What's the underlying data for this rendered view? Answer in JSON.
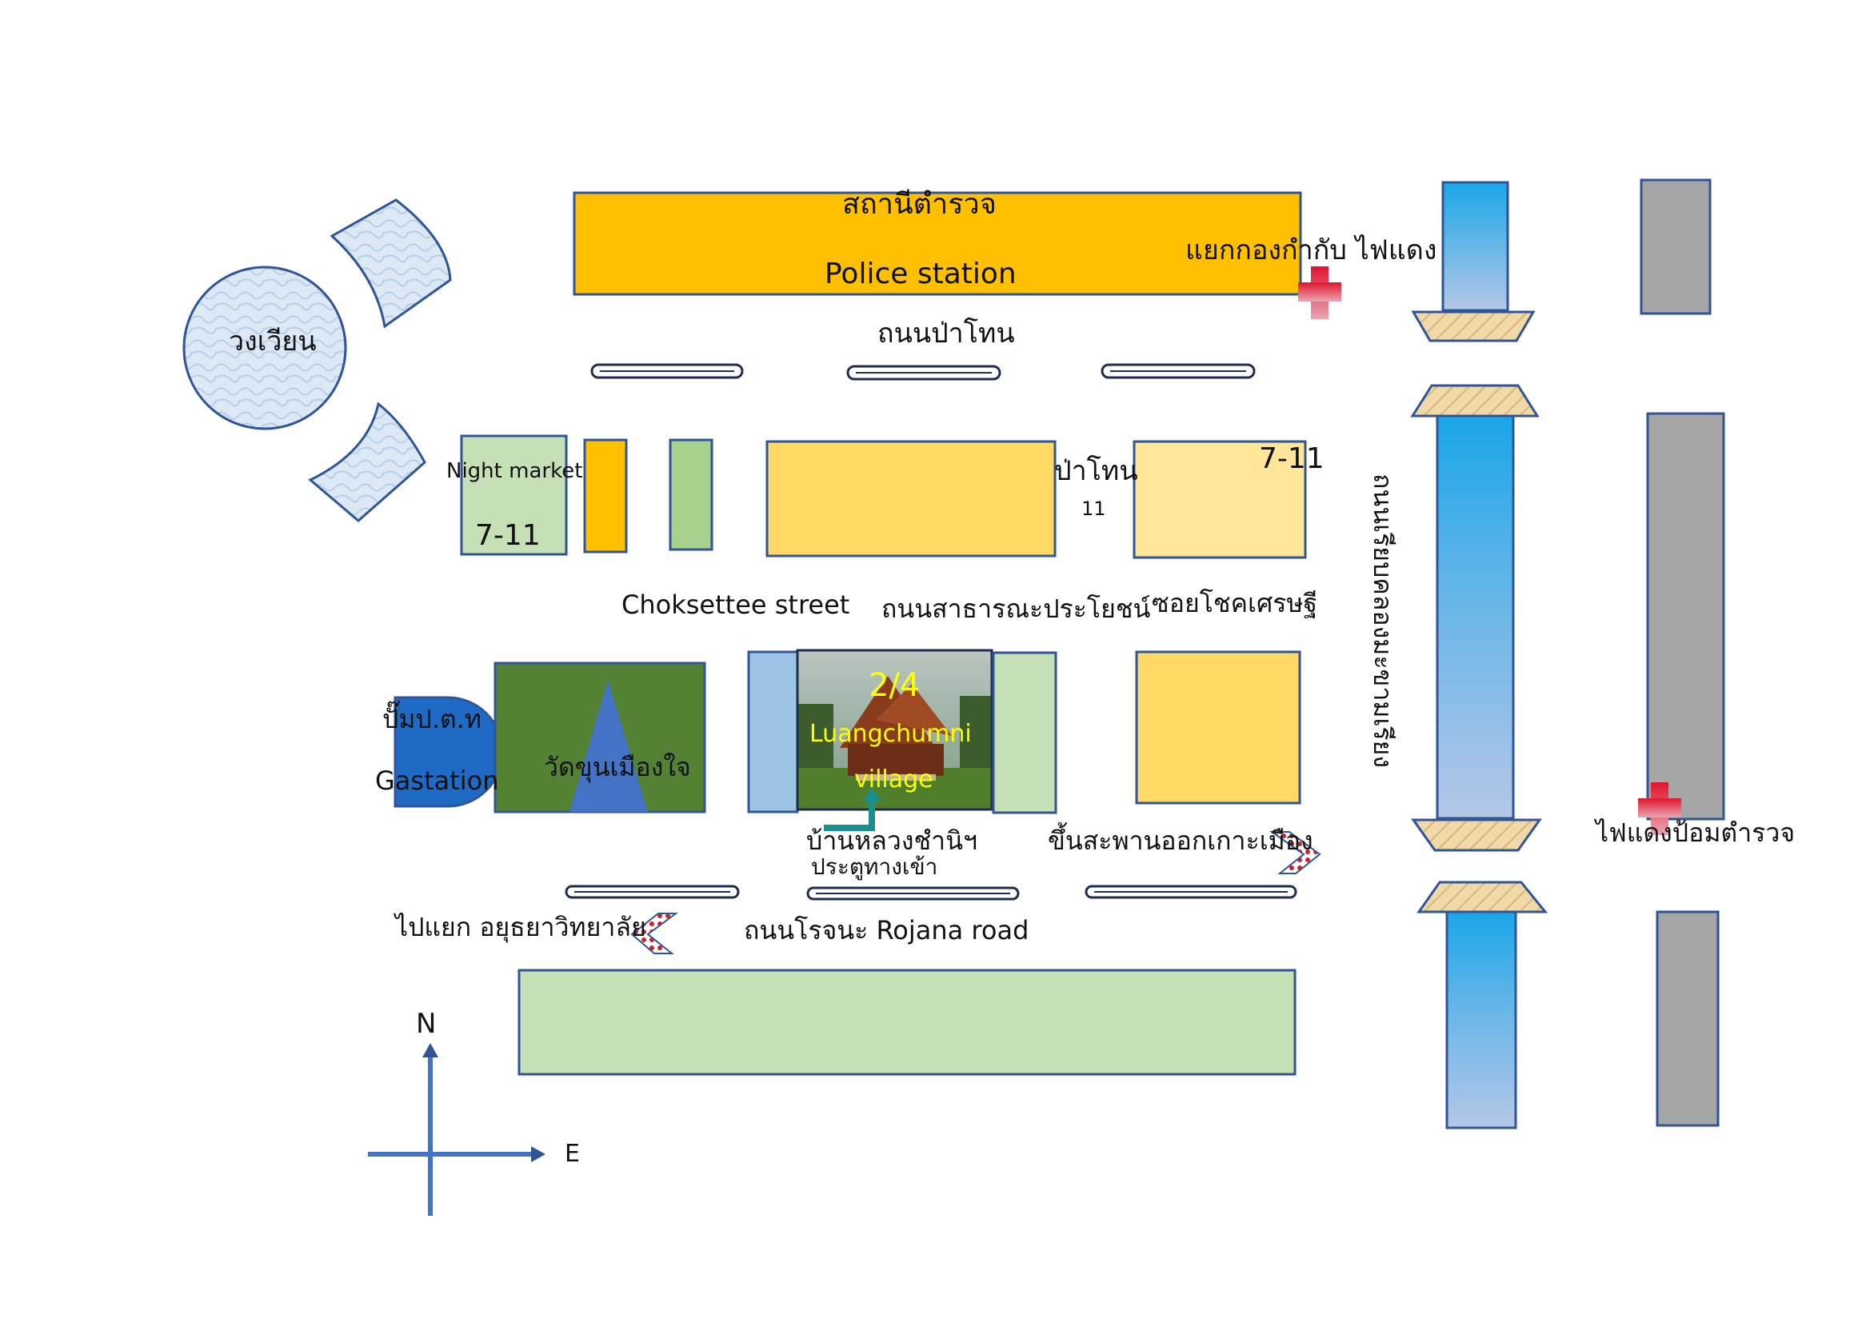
{
  "labels": {
    "roundabout": "วงเวียน",
    "police_th": "สถานีตำรวจ",
    "police_en": "Police station",
    "junction_kong_kam_kap": "แยกกองกำกับ ไฟแดง",
    "pa_thon_road": "ถนนป่าโทน",
    "night_market": "Night market",
    "seven_eleven_west": "7-11",
    "pa_thon": "ป่าโทน",
    "pa_thon_sub": "11",
    "seven_eleven_east": "7-11",
    "choksettee_street": "Choksettee street",
    "public_road": "ถนนสาธารณะประโยชน์",
    "soi_choksetthi": "ซอยโชคเศรษฐี",
    "canal_road": "ถนนเรียบคลองมะขามเรียง",
    "ptt_pump": "ปั๊มป.ต.ท",
    "gas_station": "Gastation",
    "wat_khun_mueang_chai": "วัดขุนเมืองใจ",
    "photo_number": "2/4",
    "photo_name_line1": "Luangchumni",
    "photo_name_line2": "village",
    "baan_luang": "บ้านหลวงชำนิฯ",
    "entrance": "ประตูทางเข้า",
    "up_bridge": "ขึ้นสะพานออกเกาะเมือง",
    "to_ayutthaya_college": "ไปแยก อยุธยาวิทยาลัย",
    "rojana_road": "ถนนโรจนะ Rojana road",
    "police_booth_light": "ไฟแดงป้อมตำรวจ",
    "compass_north": "N",
    "compass_east": "E"
  },
  "colors": {
    "police_station": "#ffc000",
    "building_light_yellow": "#ffd966",
    "building_pale_yellow": "#ffe699",
    "light_green": "#c5e0b4",
    "green_strip": "#a9d18e",
    "temple_green": "#548235",
    "blue_shape": "#4472c4",
    "light_blue_strip": "#9dc3e6",
    "gray_block": "#a5a5a5",
    "outline": "#2f5597",
    "traffic_light_red": "#e0152e"
  },
  "icons": [
    "traffic-light-cross-icon",
    "direction-chevron-icon",
    "compass-arrow-icon",
    "entrance-arrow-icon"
  ]
}
